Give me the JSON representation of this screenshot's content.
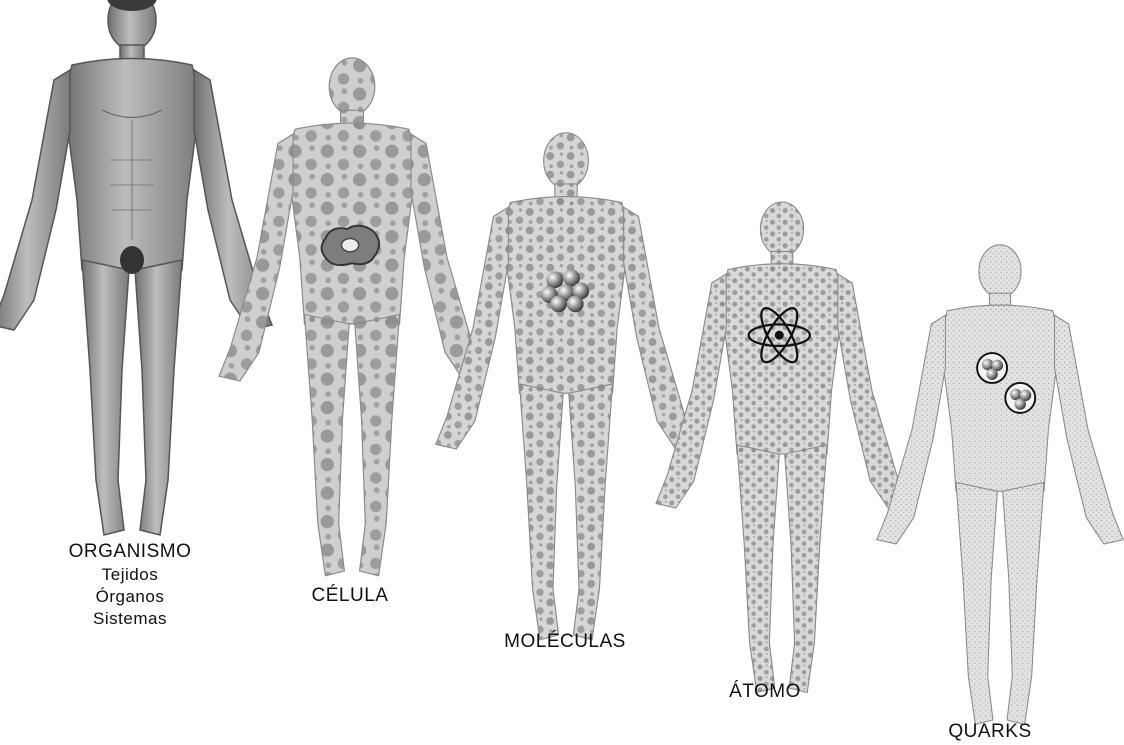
{
  "figures": [
    {
      "id": "organismo",
      "title": "ORGANISMO",
      "subtitles": [
        "Tejidos",
        "Órganos",
        "Sistemas"
      ],
      "fill": "#9a9a9a",
      "pattern": "none"
    },
    {
      "id": "celula",
      "title": "CÉLULA",
      "fill": "#cfcfcf",
      "pattern": "large-spots",
      "inset": "cell-icon"
    },
    {
      "id": "moleculas",
      "title": "MOLÉCULAS",
      "fill": "#d6d6d6",
      "pattern": "medium-spots",
      "inset": "molecule-cluster-icon"
    },
    {
      "id": "atomo",
      "title": "ÁTOMO",
      "fill": "#d9d9d9",
      "pattern": "small-spots",
      "inset": "atom-icon"
    },
    {
      "id": "quarks",
      "title": "QUARKS",
      "fill": "#e2e2e2",
      "pattern": "stipple",
      "inset": "quark-pair-icon"
    }
  ],
  "colors": {
    "background": "#ffffff",
    "spot": "#8c8c8c",
    "outline": "#6e6e6e",
    "text": "#111111"
  }
}
